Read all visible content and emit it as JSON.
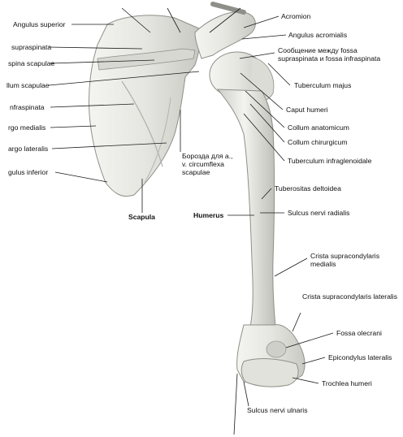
{
  "labels": {
    "angulus_superior": "Angulus superior",
    "supraspinata": "supraspinata",
    "spina_scapulae": "spina scapulae",
    "collum_scapulae": "llum scapulae",
    "infraspinata": "nfraspinata",
    "margo_medialis": "rgo medialis",
    "margo_lateralis": "argo lateralis",
    "angulus_inferior": "gulus inferior",
    "acromion": "Acromion",
    "angulus_acromialis": "Angulus acromialis",
    "soobshchenie": "Сообщение между fossa supraspinata и fossa infraspinata",
    "tuberculum_majus": "Tuberculum majus",
    "caput_humeri": "Caput humeri",
    "collum_anatomicum": "Collum anatomicum",
    "collum_chirurgicum": "Collum chirurgicum",
    "borozda": "Борозда для а., v. circumflexa scapulae",
    "tuberculum_infraglenoidale": "Tuberculum infraglenoidale",
    "tuberositas_deltoidea": "Tuberositas deltoidea",
    "scapula": "Scapula",
    "humerus": "Humerus",
    "sulcus_nervi_radialis": "Sulcus nervi radialis",
    "crista_supracondylaris_medialis": "Crista supracondylaris medialis",
    "crista_supracondylaris_lateralis": "Crista supracondylaris lateralis",
    "fossa_olecrani": "Fossa olecrani",
    "epicondylus_lateralis": "Epicondylus lateralis",
    "trochlea_humeri": "Trochlea humeri",
    "sulcus_nervi_ulnaris": "Sulcus nervi ulnaris"
  },
  "colors": {
    "bone": "#e9e9e4",
    "bone_shadow": "#b8b8b2",
    "leader": "#1a1a1a"
  }
}
